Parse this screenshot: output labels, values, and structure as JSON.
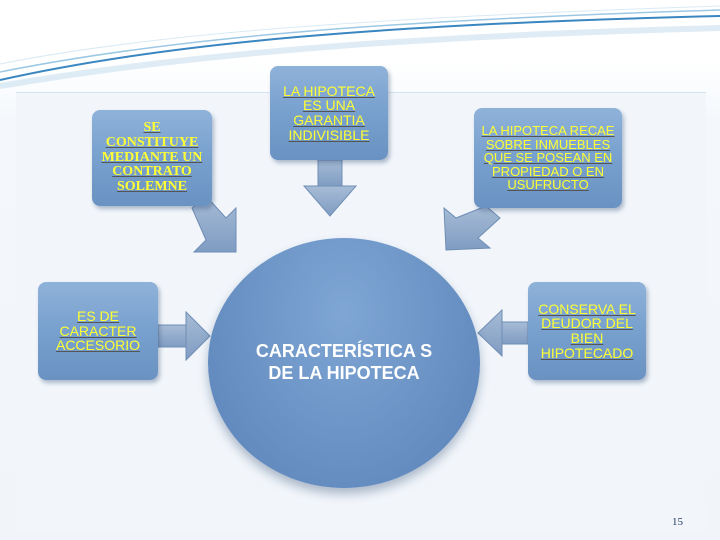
{
  "diagram": {
    "center": {
      "label": "CARACTERÍSTICA S DE LA HIPOTECA"
    },
    "nodes": [
      {
        "id": "solemne",
        "label": "SE CONSTITUYE MEDIANTE UN CONTRATO SOLEMNE"
      },
      {
        "id": "indivisible",
        "label": "LA HIPOTECA ES UNA GARANTIA INDIVISIBLE"
      },
      {
        "id": "inmuebles",
        "label": "LA HIPOTECA RECAE SOBRE INMUEBLES QUE SE POSEAN EN PROPIEDAD O EN USUFRUCTO"
      },
      {
        "id": "accesorio",
        "label": "ES DE CARACTER ACCESORIO"
      },
      {
        "id": "conserva",
        "label": "CONSERVA EL DEUDOR DEL BIEN HIPOTECADO"
      }
    ]
  },
  "footer": {
    "slide_number": "15"
  },
  "colors": {
    "box": "#7aa2cf",
    "text": "#ffff33",
    "circle": "#6a92c4",
    "arrow": "#8aa4c6"
  }
}
